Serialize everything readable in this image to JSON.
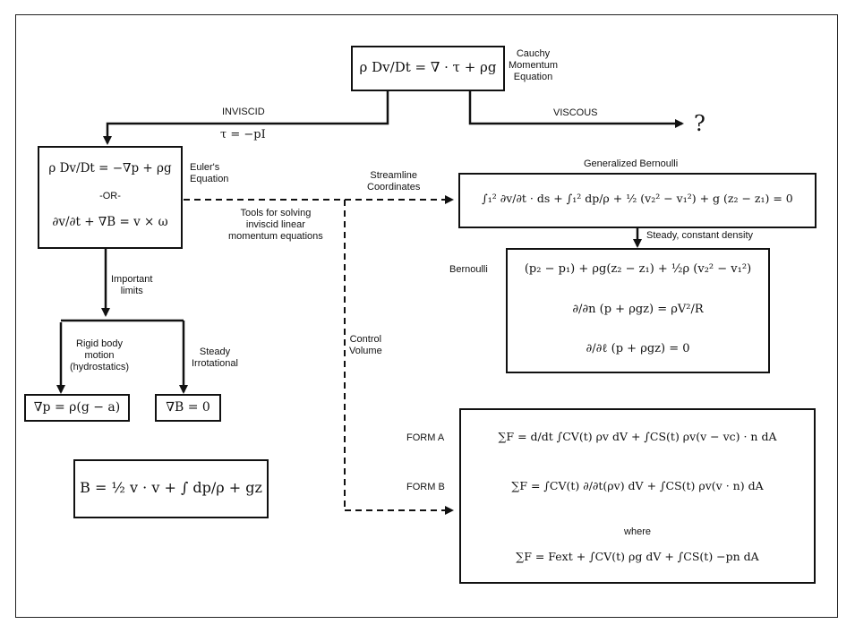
{
  "labels": {
    "cauchy": "Cauchy\nMomentum\nEquation",
    "inviscid": "INVISCID",
    "tau_eq": "τ = −pI",
    "viscous": "VISCOUS",
    "question": "?",
    "euler": "Euler's\nEquation",
    "or": "-OR-",
    "tools": "Tools for solving\ninviscid linear\nmomentum equations",
    "streamline": "Streamline\nCoordinates",
    "gen_bernoulli": "Generalized Bernoulli",
    "steady_const": "Steady, constant density",
    "bernoulli": "Bernoulli",
    "important_limits": "Important\nlimits",
    "rigid_body": "Rigid body\nmotion\n(hydrostatics)",
    "steady_irrot": "Steady\nIrrotational",
    "control_volume": "Control\nVolume",
    "form_a": "FORM A",
    "form_b": "FORM B",
    "where": "where"
  },
  "equations": {
    "cauchy": "ρ Dv/Dt = ∇ · τ + ρg",
    "euler_1": "ρ Dv/Dt = −∇p + ρg",
    "euler_2": "∂v/∂t + ∇B = v × ω",
    "gen_bernoulli": "∫₁² ∂v/∂t · ds + ∫₁² dp/ρ + ½ (v₂² − v₁²) + g (z₂ − z₁) = 0",
    "bernoulli_1": "(p₂ − p₁) + ρg(z₂ − z₁) + ½ρ (v₂² − v₁²)",
    "bernoulli_2": "∂/∂n (p + ρgz) = ρV²/R",
    "bernoulli_3": "∂/∂ℓ (p + ρgz) = 0",
    "hydrostatics": "∇p = ρ(g − a)",
    "irrotational": "∇B = 0",
    "b_def": "B = ½ v · v + ∫ dp/ρ + gz",
    "form_a": "∑F = d/dt ∫CV(t) ρv dV + ∫CS(t) ρv(v − vc) · n dA",
    "form_b": "∑F = ∫CV(t) ∂/∂t(ρv) dV + ∫CS(t) ρv(v · n) dA",
    "where_eq": "∑F = Fext + ∫CV(t) ρg dV + ∫CS(t) −pn dA"
  }
}
